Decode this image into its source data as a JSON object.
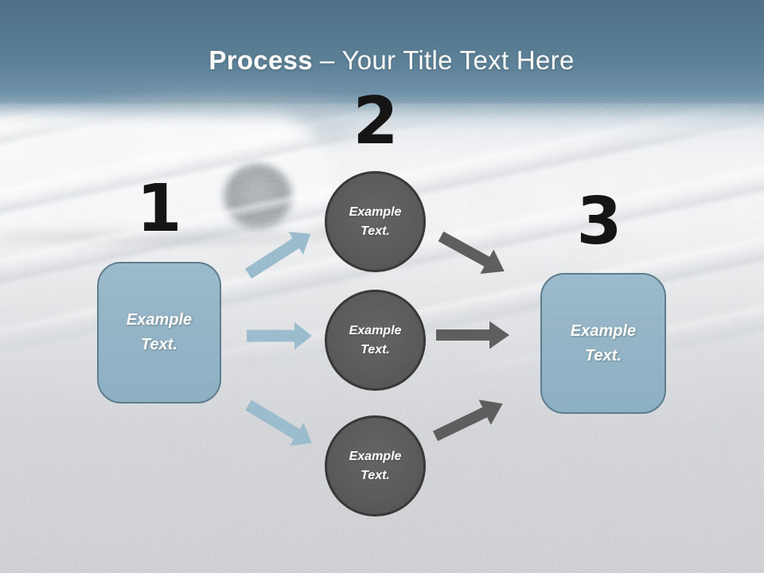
{
  "title": {
    "bold_text": "Process",
    "regular_text": "– Your Title Text Here"
  },
  "steps": {
    "step1": {
      "number": "1",
      "box_label": "Example\nText."
    },
    "step2": {
      "number": "2",
      "circle_labels": [
        "Example\nText.",
        "Example\nText.",
        "Example\nText."
      ]
    },
    "step3": {
      "number": "3",
      "box_label": "Example\nText."
    }
  },
  "icons": {
    "blue_arrows": [
      "arrow-up-right-icon",
      "arrow-right-icon",
      "arrow-down-right-icon"
    ],
    "gray_arrows": [
      "arrow-down-right-icon",
      "arrow-right-icon",
      "arrow-up-right-icon"
    ]
  },
  "colors": {
    "sky_top": "#4f7086",
    "snow_gray": "#c9cccf",
    "box_fill": "#93b4c6",
    "box_border": "#5e7d8c",
    "circle_fill": "#5a5a5a",
    "circle_border": "#383838",
    "blue_arrow": "#9bbccd",
    "gray_arrow": "#5e5e5e",
    "title_text": "#ffffff",
    "number_text": "#151515"
  }
}
